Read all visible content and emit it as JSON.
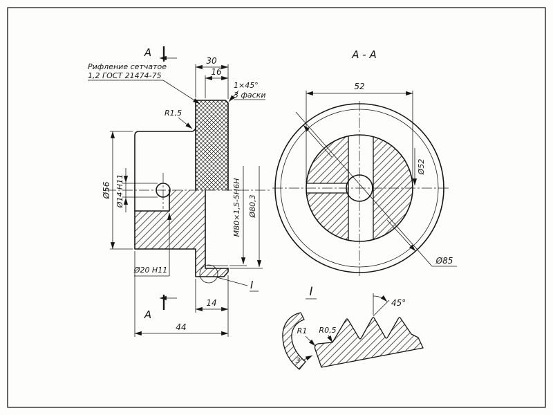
{
  "palette": {
    "line_color": "#161616",
    "background": "#fdfdfc"
  },
  "drawing": {
    "front_view": {
      "knurl_note_line1": "Рифление сетчатое",
      "knurl_note_line2": "1,2 ГОСТ 21474-75",
      "dim_flange_width": "30",
      "dim_recess_depth": "16",
      "chamfer_size": "1×45°",
      "chamfer_count": "3 фаски",
      "fillet_radius": "R1,5",
      "dim_body_diameter": "Ø56",
      "dim_cross_hole": "Ø14 Н11",
      "dim_bore": "Ø20 Н11",
      "dim_thread": "М80×1,5-5Н6Н",
      "dim_recess_diameter": "Ø80,3",
      "dim_front_width": "14",
      "dim_total_length": "44",
      "section_mark_top": "А",
      "section_mark_bottom": "А",
      "detail_callout": "I"
    },
    "section_view": {
      "title": "А - А",
      "dim_hub_width": "52",
      "dim_hub_diameter": "Ø52",
      "dim_outer_diameter": "Ø85"
    },
    "detail_view": {
      "label": "I",
      "tooth_angle": "45°",
      "root_radius": "R1",
      "tip_radius": "R0,5",
      "dim_groove": "3"
    }
  }
}
